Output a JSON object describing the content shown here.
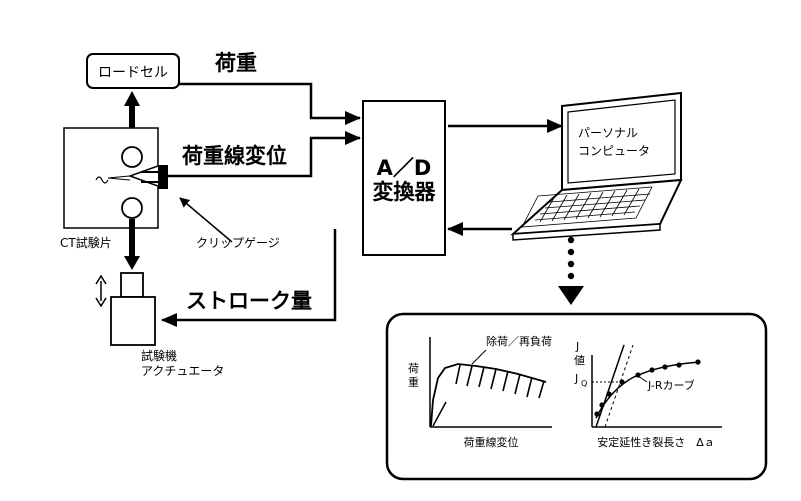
{
  "labels": {
    "load_cell": "ロードセル",
    "load": "荷重",
    "load_line_disp": "荷重線変位",
    "stroke": "ストローク量",
    "ad_line1": "A／D",
    "ad_line2": "変換器",
    "pc_line1": "パーソナル",
    "pc_line2": "コンピュータ",
    "ct_specimen": "CT試験片",
    "clip_gauge": "クリップゲージ",
    "actuator_line1": "試験機",
    "actuator_line2": "アクチュエータ"
  },
  "graphs": {
    "left": {
      "ylabel_1": "荷",
      "ylabel_2": "重",
      "xlabel": "荷重線変位",
      "annotation": "除荷／再負荷"
    },
    "right": {
      "ylabel_1": "J",
      "ylabel_2": "値",
      "jq_label": "J",
      "jq_sub": "Q",
      "curve_label": "J-Rカーブ",
      "xlabel": "安定延性き裂長さ　Δａ"
    }
  },
  "colors": {
    "ink": "#000000",
    "background": "#ffffff"
  }
}
